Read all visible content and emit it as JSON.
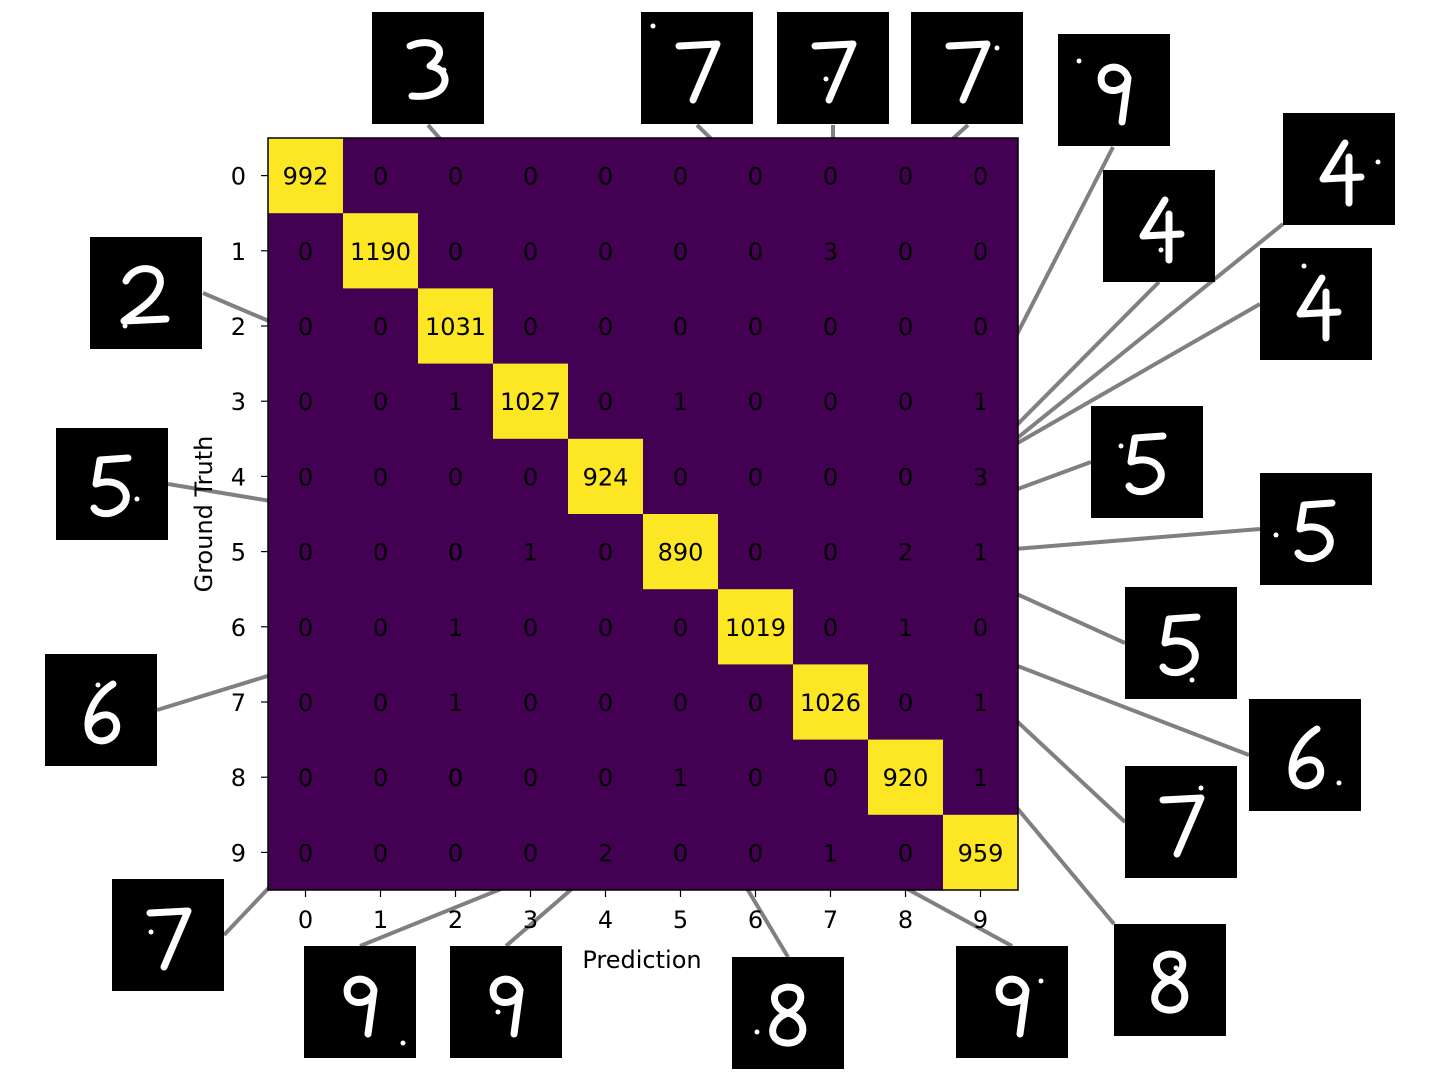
{
  "chart_data": {
    "type": "heatmap",
    "xlabel": "Prediction",
    "ylabel": "Ground Truth",
    "x_categories": [
      "0",
      "1",
      "2",
      "3",
      "4",
      "5",
      "6",
      "7",
      "8",
      "9"
    ],
    "y_categories": [
      "0",
      "1",
      "2",
      "3",
      "4",
      "5",
      "6",
      "7",
      "8",
      "9"
    ],
    "matrix": [
      [
        992,
        0,
        0,
        0,
        0,
        0,
        0,
        0,
        0,
        0
      ],
      [
        0,
        1190,
        0,
        0,
        0,
        0,
        0,
        3,
        0,
        0
      ],
      [
        0,
        0,
        1031,
        0,
        0,
        0,
        0,
        0,
        0,
        0
      ],
      [
        0,
        0,
        1,
        1027,
        0,
        1,
        0,
        0,
        0,
        1
      ],
      [
        0,
        0,
        0,
        0,
        924,
        0,
        0,
        0,
        0,
        3
      ],
      [
        0,
        0,
        0,
        1,
        0,
        890,
        0,
        0,
        2,
        1
      ],
      [
        0,
        0,
        1,
        0,
        0,
        0,
        1019,
        0,
        1,
        0
      ],
      [
        0,
        0,
        1,
        0,
        0,
        0,
        0,
        1026,
        0,
        1
      ],
      [
        0,
        0,
        0,
        0,
        0,
        1,
        0,
        0,
        920,
        1
      ],
      [
        0,
        0,
        0,
        0,
        2,
        0,
        0,
        1,
        0,
        959
      ]
    ],
    "colors": {
      "low": "#440154",
      "high": "#fde725",
      "callout_line": "#808080",
      "thumbnail_bg": "#000000",
      "digit_stroke": "#ffffff"
    },
    "misclassified_thumbnails": [
      {
        "true": 1,
        "pred": 7,
        "digit_icon": "handwritten-digit-7"
      },
      {
        "true": 1,
        "pred": 7,
        "digit_icon": "handwritten-digit-7"
      },
      {
        "true": 1,
        "pred": 7,
        "digit_icon": "handwritten-digit-7"
      },
      {
        "true": 2,
        "pred": 3,
        "digit_icon": "handwritten-digit-2"
      },
      {
        "true": 3,
        "pred": 5,
        "digit_icon": "handwritten-digit-3"
      },
      {
        "true": 3,
        "pred": 9,
        "digit_icon": "handwritten-digit-9"
      },
      {
        "true": 4,
        "pred": 9,
        "digit_icon": "handwritten-digit-4"
      },
      {
        "true": 4,
        "pred": 9,
        "digit_icon": "handwritten-digit-4"
      },
      {
        "true": 4,
        "pred": 9,
        "digit_icon": "handwritten-digit-4"
      },
      {
        "true": 5,
        "pred": 3,
        "digit_icon": "handwritten-digit-5"
      },
      {
        "true": 5,
        "pred": 8,
        "digit_icon": "handwritten-digit-5"
      },
      {
        "true": 5,
        "pred": 8,
        "digit_icon": "handwritten-digit-5"
      },
      {
        "true": 5,
        "pred": 9,
        "digit_icon": "handwritten-digit-5"
      },
      {
        "true": 6,
        "pred": 2,
        "digit_icon": "handwritten-digit-6"
      },
      {
        "true": 6,
        "pred": 8,
        "digit_icon": "handwritten-digit-6"
      },
      {
        "true": 7,
        "pred": 2,
        "digit_icon": "handwritten-digit-7"
      },
      {
        "true": 7,
        "pred": 9,
        "digit_icon": "handwritten-digit-7"
      },
      {
        "true": 8,
        "pred": 5,
        "digit_icon": "handwritten-digit-8"
      },
      {
        "true": 8,
        "pred": 9,
        "digit_icon": "handwritten-digit-8"
      },
      {
        "true": 9,
        "pred": 4,
        "digit_icon": "handwritten-digit-9"
      },
      {
        "true": 9,
        "pred": 4,
        "digit_icon": "handwritten-digit-9"
      },
      {
        "true": 9,
        "pred": 7,
        "digit_icon": "handwritten-digit-9"
      }
    ]
  }
}
